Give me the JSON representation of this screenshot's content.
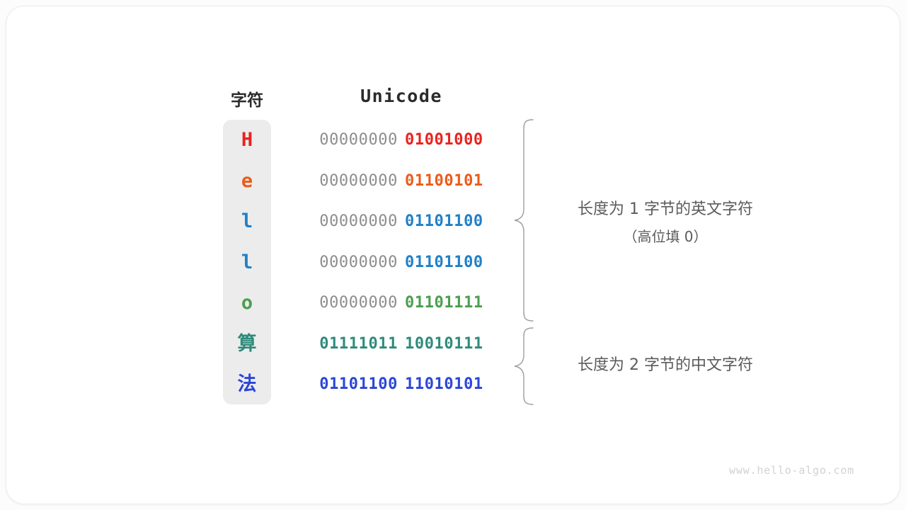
{
  "colors": {
    "card_bg": "#ffffff",
    "column_bg": "#ececec",
    "pad_gray": "#8d8d8d",
    "note_gray": "#5b5b5b",
    "brace_gray": "#9e9e9e",
    "watermark_gray": "#d2d2d2",
    "red": "#e8231e",
    "orange": "#ec5b1a",
    "blue": "#2080c8",
    "green": "#4c9e4f",
    "teal": "#2e8b7a",
    "indigo": "#2b46d6"
  },
  "headers": {
    "char": "字符",
    "unicode": "Unicode"
  },
  "rows": [
    {
      "char": "H",
      "cjk": false,
      "color": "#e8231e",
      "high_byte": "00000000",
      "low_byte": "01001000",
      "high_is_pad": true
    },
    {
      "char": "e",
      "cjk": false,
      "color": "#ec5b1a",
      "high_byte": "00000000",
      "low_byte": "01100101",
      "high_is_pad": true
    },
    {
      "char": "l",
      "cjk": false,
      "color": "#2080c8",
      "high_byte": "00000000",
      "low_byte": "01101100",
      "high_is_pad": true
    },
    {
      "char": "l",
      "cjk": false,
      "color": "#2080c8",
      "high_byte": "00000000",
      "low_byte": "01101100",
      "high_is_pad": true
    },
    {
      "char": "o",
      "cjk": false,
      "color": "#4c9e4f",
      "high_byte": "00000000",
      "low_byte": "01101111",
      "high_is_pad": true
    },
    {
      "char": "算",
      "cjk": true,
      "color": "#2e8b7a",
      "high_byte": "01111011",
      "low_byte": "10010111",
      "high_is_pad": false
    },
    {
      "char": "法",
      "cjk": true,
      "color": "#2b46d6",
      "high_byte": "01101100",
      "low_byte": "11010101",
      "high_is_pad": false
    }
  ],
  "annotations": [
    {
      "main": "长度为 1 字节的英文字符",
      "sub": "（高位填 0）"
    },
    {
      "main": "长度为 2 字节的中文字符",
      "sub": ""
    }
  ],
  "watermark": "www.hello-algo.com"
}
